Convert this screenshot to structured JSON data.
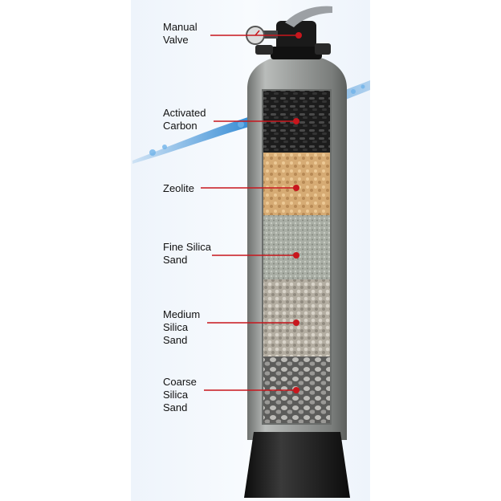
{
  "colors": {
    "leader": "#c8161d",
    "tank": "#8f9290",
    "base": "#1b1b1b",
    "water": "#1f7fd0"
  },
  "layers": [
    {
      "name": "activated-carbon",
      "label": "Activated\nCarbon",
      "color": "#1f1f1f"
    },
    {
      "name": "zeolite",
      "label": "Zeolite",
      "color": "#d9b07c"
    },
    {
      "name": "fine-silica-sand",
      "label": "Fine Silica\nSand",
      "color": "#a7aca2"
    },
    {
      "name": "medium-silica-sand",
      "label": "Medium\nSilica\nSand",
      "color": "#b8b2a6"
    },
    {
      "name": "coarse-silica-sand",
      "label": "Coarse\nSilica\nSand",
      "color": "#7d7d7b"
    }
  ],
  "valve": {
    "label": "Manual\nValve"
  }
}
